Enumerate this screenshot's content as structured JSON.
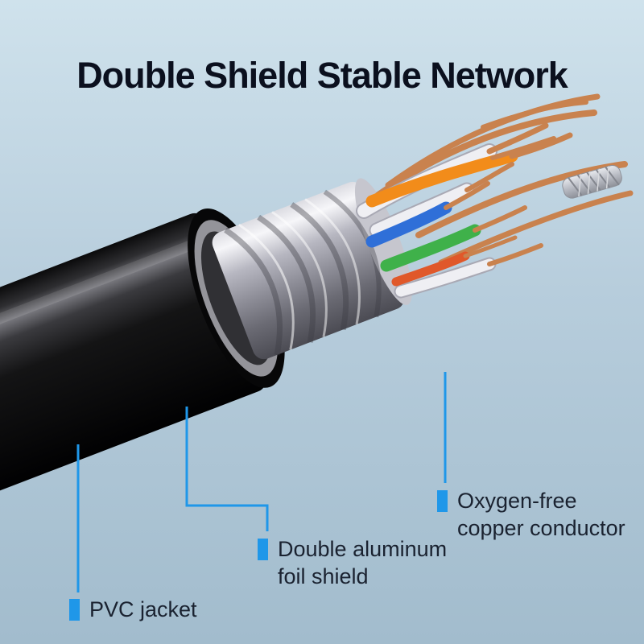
{
  "title": "Double Shield Stable Network",
  "callouts": [
    {
      "id": "pvc-jacket",
      "label": "PVC jacket"
    },
    {
      "id": "foil-shield",
      "label": "Double aluminum\nfoil shield"
    },
    {
      "id": "copper-conductor",
      "label": "Oxygen-free\ncopper conductor"
    }
  ],
  "colors": {
    "accent": "#1f97e9",
    "title_color": "#0b101e",
    "label_color": "#1a2230",
    "background_top": "#cfe2ec",
    "background_bottom": "#a2bccd",
    "copper": "#c9824e",
    "wire_white": "#efeff3",
    "wire_orange": "#f28c1a",
    "wire_blue": "#2f6fd8",
    "wire_green": "#3fb14a",
    "wire_red": "#e0582a"
  }
}
